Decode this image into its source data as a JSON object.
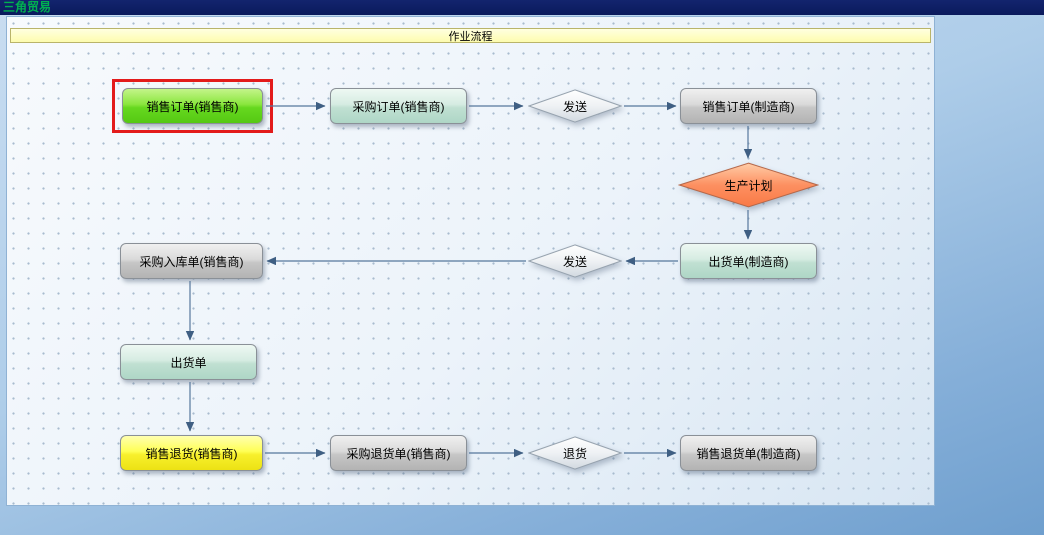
{
  "window": {
    "title": "三角贸易",
    "titlebar_color": "#0d1c66",
    "title_text_color": "#00b050"
  },
  "header": {
    "label": "作业流程",
    "bg_color": "#fdfcae"
  },
  "flow": {
    "nodes": [
      {
        "id": "sales-order-seller",
        "label": "销售订单(销售商)",
        "type": "box",
        "color": "#6fdd23",
        "selected": true
      },
      {
        "id": "purchase-order-seller",
        "label": "采购订单(销售商)",
        "type": "box",
        "color": "#c9e6da"
      },
      {
        "id": "send-1",
        "label": "发送",
        "type": "diamond",
        "color": "#eef1f4"
      },
      {
        "id": "sales-order-maker",
        "label": "销售订单(制造商)",
        "type": "box",
        "color": "#c6c6c6"
      },
      {
        "id": "production-plan",
        "label": "生产计划",
        "type": "diamond",
        "color": "#fd9061"
      },
      {
        "id": "shipment-maker",
        "label": "出货单(制造商)",
        "type": "box",
        "color": "#c9e6da"
      },
      {
        "id": "send-2",
        "label": "发送",
        "type": "diamond",
        "color": "#eef1f4"
      },
      {
        "id": "purchase-receipt-seller",
        "label": "采购入库单(销售商)",
        "type": "box",
        "color": "#c6c6c6"
      },
      {
        "id": "shipment",
        "label": "出货单",
        "type": "box",
        "color": "#c9e6da"
      },
      {
        "id": "sales-return-seller",
        "label": "销售退货(销售商)",
        "type": "box",
        "color": "#f8f02c"
      },
      {
        "id": "purchase-return-seller",
        "label": "采购退货单(销售商)",
        "type": "box",
        "color": "#c6c6c6"
      },
      {
        "id": "return",
        "label": "退货",
        "type": "diamond",
        "color": "#eef1f4"
      },
      {
        "id": "sales-return-maker",
        "label": "销售退货单(制造商)",
        "type": "box",
        "color": "#c6c6c6"
      }
    ],
    "edges": [
      {
        "from": "sales-order-seller",
        "to": "purchase-order-seller"
      },
      {
        "from": "purchase-order-seller",
        "to": "send-1"
      },
      {
        "from": "send-1",
        "to": "sales-order-maker"
      },
      {
        "from": "sales-order-maker",
        "to": "production-plan"
      },
      {
        "from": "production-plan",
        "to": "shipment-maker"
      },
      {
        "from": "shipment-maker",
        "to": "send-2"
      },
      {
        "from": "send-2",
        "to": "purchase-receipt-seller"
      },
      {
        "from": "purchase-receipt-seller",
        "to": "shipment"
      },
      {
        "from": "shipment",
        "to": "sales-return-seller"
      },
      {
        "from": "sales-return-seller",
        "to": "purchase-return-seller"
      },
      {
        "from": "purchase-return-seller",
        "to": "return"
      },
      {
        "from": "return",
        "to": "sales-return-maker"
      }
    ],
    "selection": {
      "highlighted_node": "sales-order-seller",
      "highlight_color": "#e31b1b"
    },
    "arrow_color": "#56779c"
  }
}
